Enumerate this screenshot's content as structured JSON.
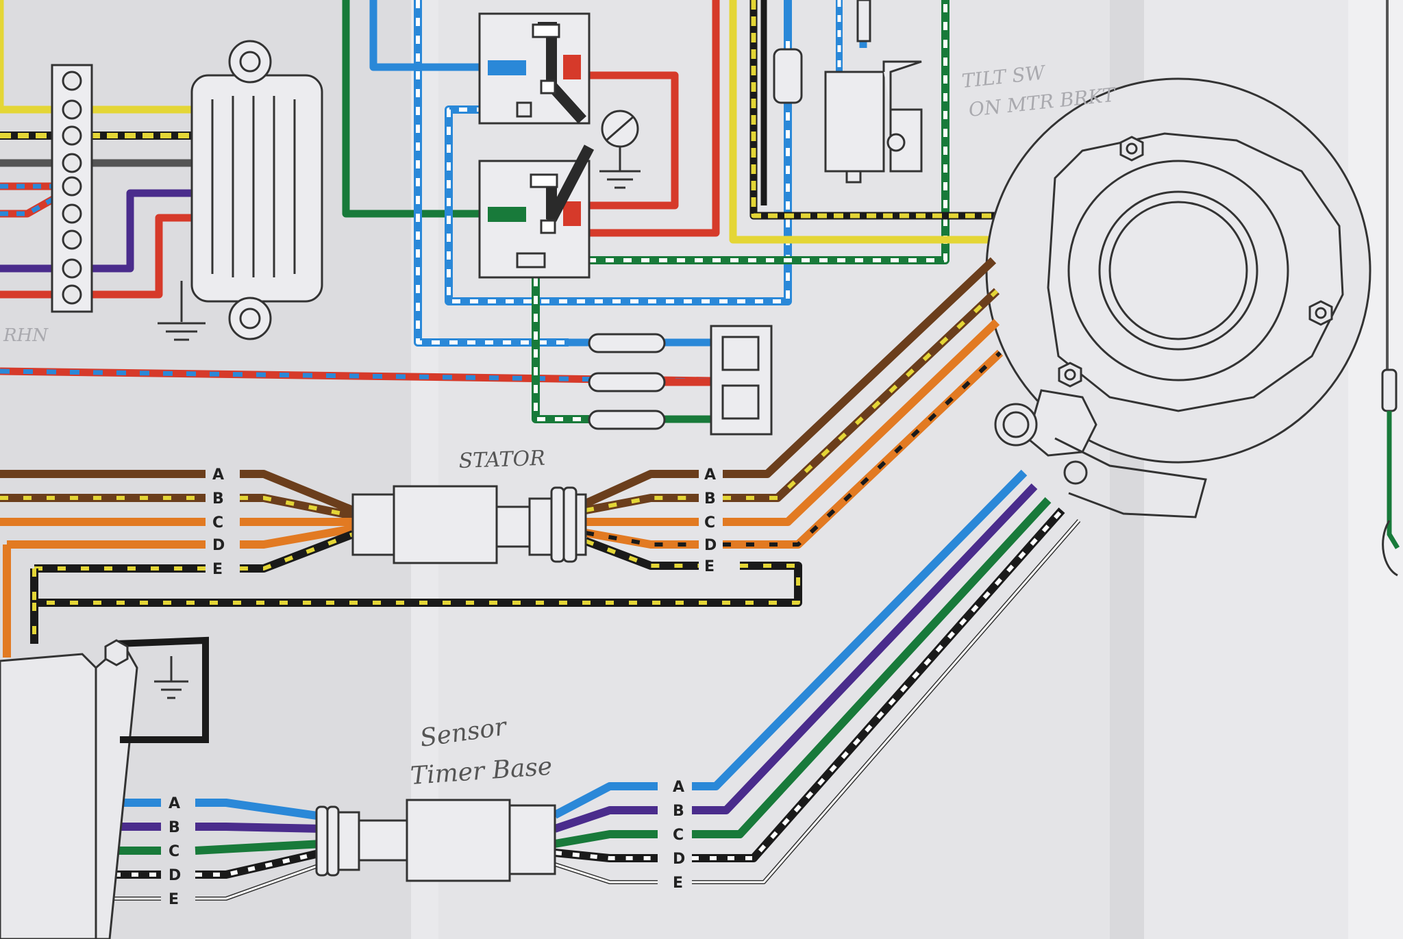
{
  "pin_letters": [
    "A",
    "B",
    "C",
    "D",
    "E"
  ],
  "handwritten": {
    "stator": "STATOR",
    "sensor_1": "Sensor",
    "sensor_2": "Timer Base",
    "tilt_1": "TILT SW",
    "tilt_2": "ON MTR BRKT",
    "partial": "RHN"
  },
  "colors": {
    "paper": "#e6e6e8",
    "paper_shadow": "#c8c8cc",
    "outline": "#333333",
    "yellow": "#e4d636",
    "blue": "#2a88d8",
    "green": "#187a3a",
    "red": "#d63a2a",
    "brown": "#6b3e1c",
    "orange": "#e27a22",
    "purple": "#4a2c8c",
    "black": "#1a1a1a",
    "gray": "#555555",
    "white": "#ffffff",
    "dark_switch": "#2a2a2a"
  },
  "icons": [
    "ground-symbol-icon",
    "bolt-head-icon",
    "bullet-connector-icon"
  ]
}
